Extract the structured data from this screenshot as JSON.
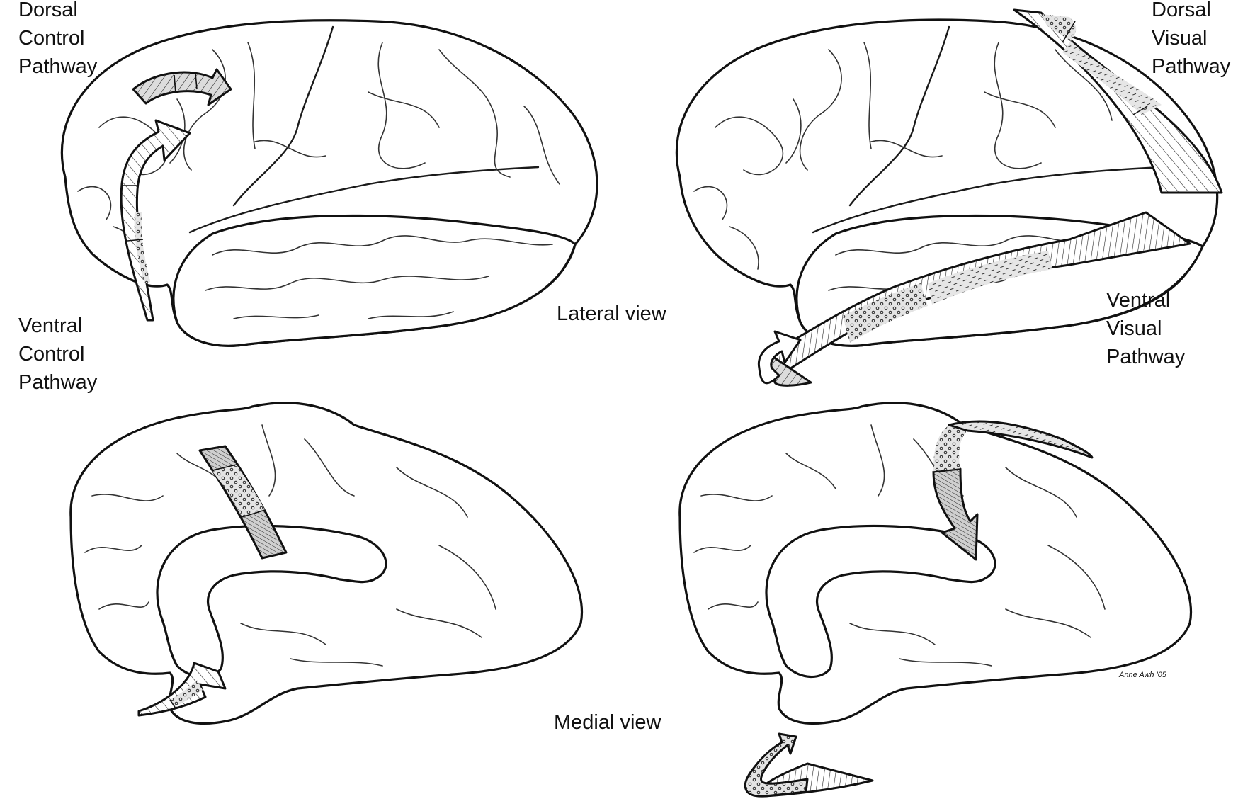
{
  "labels": {
    "dorsal_control": [
      "Dorsal",
      "Control",
      "Pathway"
    ],
    "ventral_control": [
      "Ventral",
      "Control",
      "Pathway"
    ],
    "dorsal_visual": [
      "Dorsal",
      "Visual",
      "Pathway"
    ],
    "ventral_visual": [
      "Ventral",
      "Visual",
      "Pathway"
    ],
    "lateral_view": "Lateral view",
    "medial_view": "Medial view",
    "signature": "Anne Awh '05"
  },
  "colors": {
    "ink": "#111111",
    "band_fill": "#c8c8c8",
    "background": "#ffffff"
  }
}
